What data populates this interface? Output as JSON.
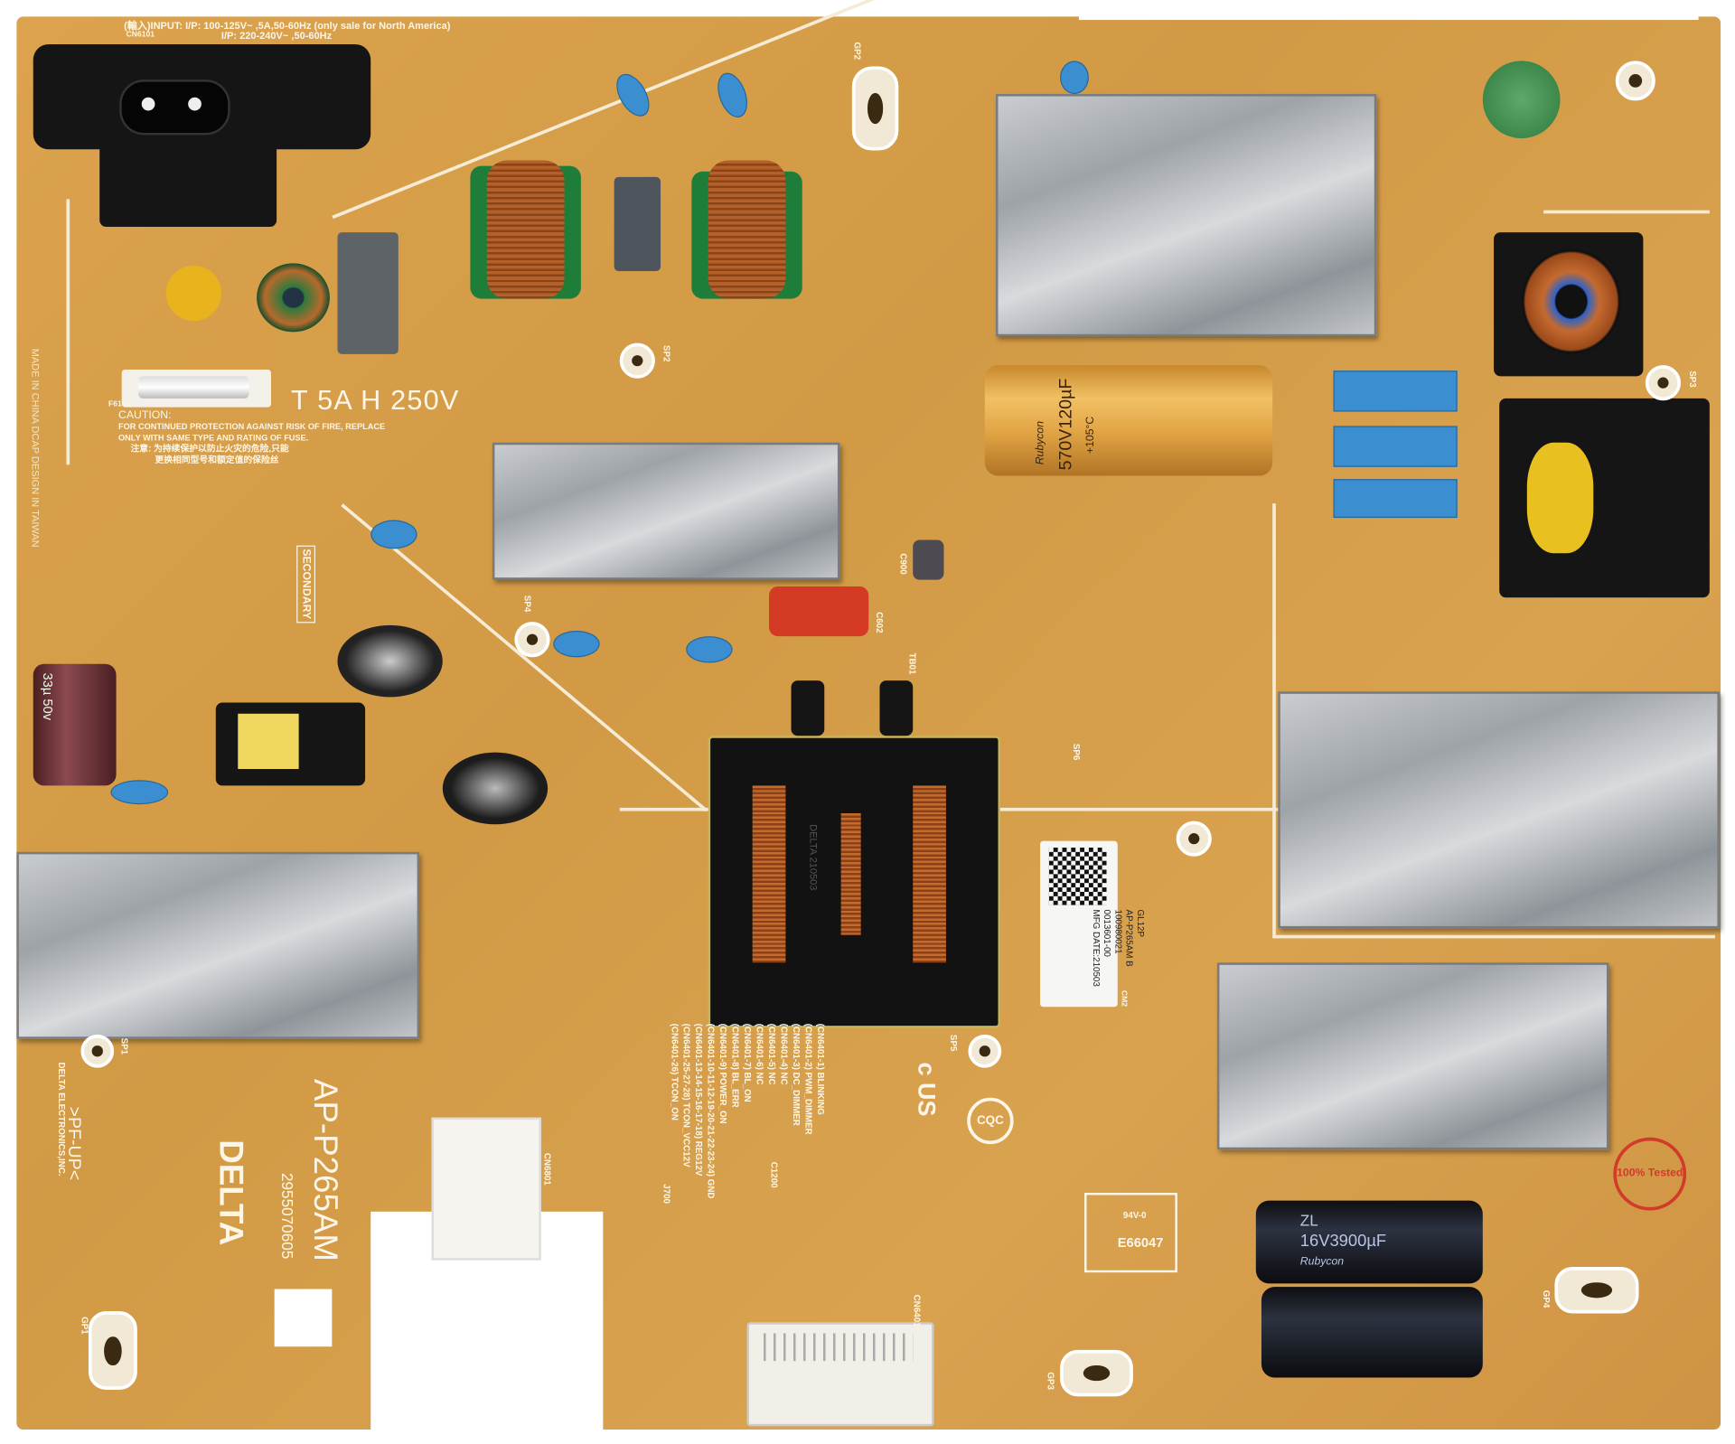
{
  "board": {
    "model": "AP-P265AM",
    "part_number": "2955070605",
    "brand_logo": "DELTA",
    "brand_line": "DELTA ELECTRONICS,INC.",
    "material_mark": ">PF-UP<",
    "secondary_label": "SECONDARY",
    "origin_text": "MADE IN CHINA DCAP  DESIGN IN TAIWAN",
    "input_line_1": "(輸入)INPUT: I/P: 100-125V~ ,5A,50-60Hz (only sale for North America)",
    "input_line_2": "I/P: 220-240V~ ,50-60Hz",
    "connector_ref": "CN6101",
    "fuse_ref": "F6101",
    "fuse_rating": "T 5A H 250V",
    "caution_title": "CAUTION:",
    "caution_en": "FOR CONTINUED PROTECTION AGAINST RISK OF FIRE, REPLACE ONLY WITH SAME TYPE AND RATING OF FUSE.",
    "caution_zh_1": "注意: 为持续保护以防止火灾的危险,只能",
    "caution_zh_2": "更换相同型号和额定值的保险丝",
    "ul_mark": "c US",
    "cqc_mark": "CQC",
    "ul_file": "E66047",
    "flammability": "94V-0",
    "stamp": "100% Tested"
  },
  "pinout": [
    "(CN6401-1) BLINKING",
    "(CN6401-2) PWM_DIMMER",
    "(CN6401-3) DC_DIMMER",
    "(CN6401-4) NC",
    "(CN6401-5) NC",
    "(CN6401-6) NC",
    "(CN6401-7) BL_ON",
    "(CN6401-8) BL_ERR",
    "(CN6401-9) POWER_ON",
    "(CN6401-10-11-12-19-20-21-22-23-24) GND",
    "(CN6401-13-14-15-16-17-18) REG12V",
    "(CN6401-25-27-28) TCON_VCC12V",
    "(CN6401-26) TCON_ON"
  ],
  "label": {
    "lines": [
      "GL12P",
      "AP-P265AM B",
      "100980021",
      "0013601-00",
      "MFG DATE:210503"
    ],
    "corner": "CM2"
  },
  "components": {
    "bulk_cap_brand": "Rubycon",
    "bulk_cap_rating": "570V120µF",
    "bulk_cap_temp": "+105°C",
    "out_cap_brand": "Rubycon",
    "out_cap_series": "ZL",
    "out_cap_rating": "16V3900µF",
    "small_cap_rating": "33µ 50v",
    "transformer_text": "DELTA 210503",
    "refs": [
      "CN6801",
      "CN6401",
      "C1200",
      "J700",
      "TB01",
      "C900",
      "C602",
      "SP1",
      "SP2",
      "SP3",
      "SP4",
      "SP5",
      "SP6",
      "GP1",
      "GP2",
      "GP3",
      "GP4"
    ]
  },
  "colors": {
    "pcb": "#d9a04a",
    "silk": "#fdf6e6",
    "heatsink": "#b4b8bc",
    "x_cap_blue": "#3b8fd0",
    "stamp_red": "#d23a2a"
  }
}
